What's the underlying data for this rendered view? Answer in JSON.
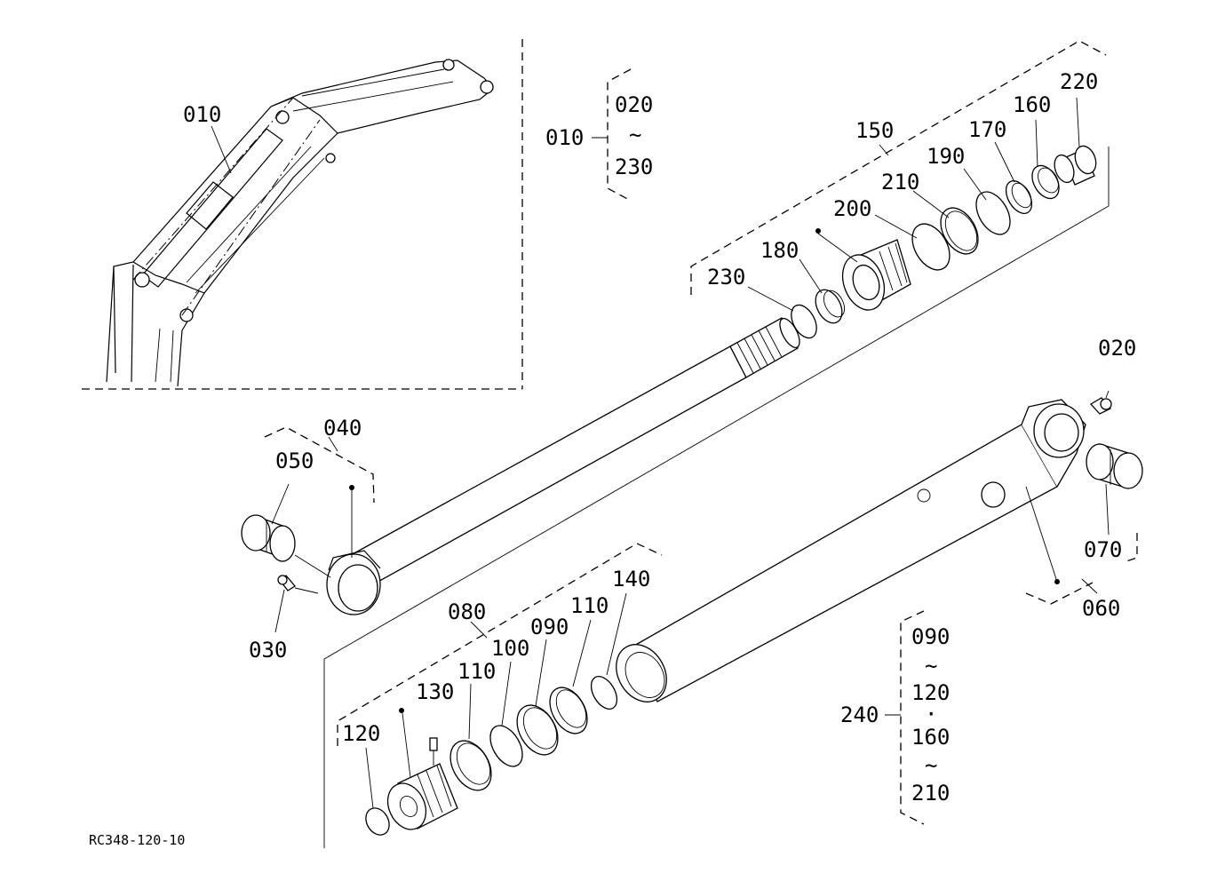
{
  "diagram_code": "RC348-120-10",
  "callouts": {
    "p010_inset": "010",
    "p010_range": "010",
    "p020": "020",
    "p030": "030",
    "p040": "040",
    "p050": "050",
    "p060": "060",
    "p070": "070",
    "p080": "080",
    "p090": "090",
    "p100": "100",
    "p110a": "110",
    "p110b": "110",
    "p120": "120",
    "p130": "130",
    "p140": "140",
    "p150": "150",
    "p160": "160",
    "p170": "170",
    "p180": "180",
    "p190": "190",
    "p200": "200",
    "p210": "210",
    "p220": "220",
    "p230": "230",
    "p240": "240"
  },
  "kit_010": {
    "start": "020",
    "tilde": "~",
    "end": "230"
  },
  "kit_240": {
    "a_start": "090",
    "tilde1": "~",
    "a_end": "120",
    "sep": "·",
    "b_start": "160",
    "tilde2": "~",
    "b_end": "210"
  }
}
